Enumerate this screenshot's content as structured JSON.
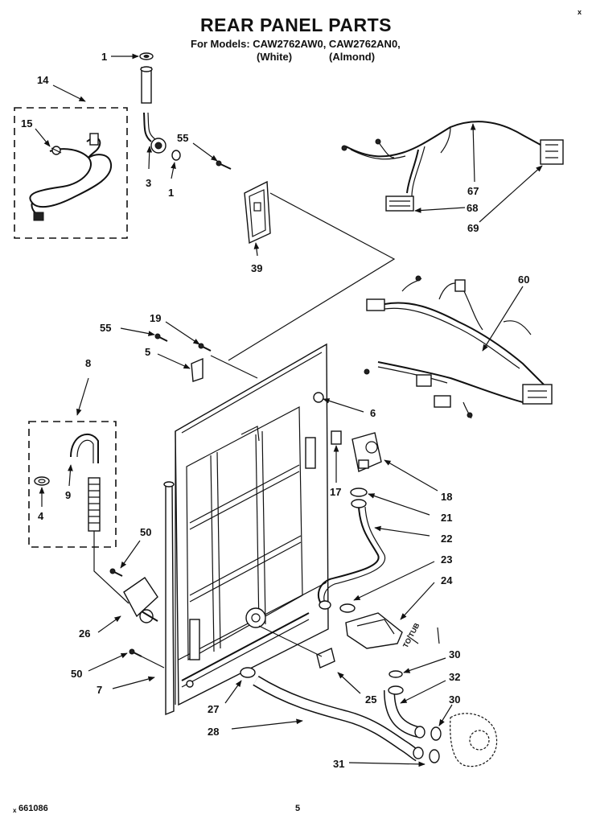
{
  "header": {
    "title": "REAR PANEL PARTS",
    "models_line": "For Models: CAW2762AW0, CAW2762AN0,",
    "color_white": "(White)",
    "color_almond": "(Almond)"
  },
  "callouts": [
    "1",
    "14",
    "15",
    "3",
    "1",
    "55",
    "39",
    "67",
    "68",
    "69",
    "60",
    "55",
    "19",
    "5",
    "6",
    "8",
    "9",
    "4",
    "17",
    "18",
    "21",
    "22",
    "23",
    "24",
    "50",
    "26",
    "50",
    "7",
    "27",
    "28",
    "25",
    "30",
    "32",
    "30",
    "31"
  ],
  "annotation": "TO TUB",
  "footer": {
    "code": "661086",
    "page": "5",
    "mark_right": "x",
    "mark_left": "x"
  }
}
